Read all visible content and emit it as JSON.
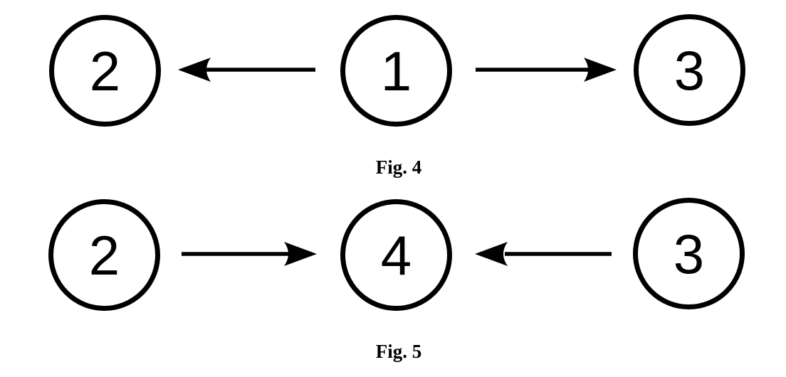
{
  "colors": {
    "stroke": "#000000",
    "background": "#ffffff"
  },
  "figures": [
    {
      "caption": "Fig. 4",
      "nodes": [
        {
          "position": "left",
          "label": "2"
        },
        {
          "position": "center",
          "label": "1"
        },
        {
          "position": "right",
          "label": "3"
        }
      ],
      "edges": [
        {
          "from": "1",
          "to": "2",
          "direction": "left"
        },
        {
          "from": "1",
          "to": "3",
          "direction": "right"
        }
      ]
    },
    {
      "caption": "Fig. 5",
      "nodes": [
        {
          "position": "left",
          "label": "2"
        },
        {
          "position": "center",
          "label": "4"
        },
        {
          "position": "right",
          "label": "3"
        }
      ],
      "edges": [
        {
          "from": "2",
          "to": "4",
          "direction": "right"
        },
        {
          "from": "3",
          "to": "4",
          "direction": "left"
        }
      ]
    }
  ]
}
